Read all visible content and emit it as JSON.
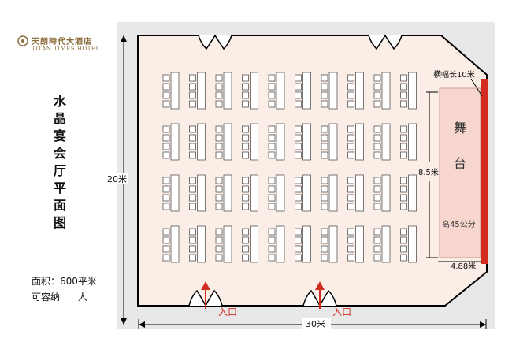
{
  "logo": {
    "name_cn": "天朗時代大酒店",
    "name_en": "TITAN TIMES HOTEL"
  },
  "title": "水晶宴会厅平面图",
  "area_label": "面积：600平米",
  "capacity_label": "可容纳      人",
  "dimensions": {
    "width_label": "30米",
    "height_label": "20米",
    "banner_label": "横幅长10米",
    "stage_depth_label": "8.5米",
    "stage_width_label": "4.88米"
  },
  "stage": {
    "label_line1": "舞",
    "label_line2": "台",
    "height_label": "高45公分"
  },
  "entrances": [
    "入口",
    "入口"
  ],
  "layout": {
    "table_rows": 4,
    "table_cols": 10,
    "chairs_per_side": 4
  },
  "colors": {
    "floor": "#fbeee6",
    "stage": "#f7d6d0",
    "banner": "#d22b1f",
    "arrow": "#d22b1f",
    "border": "#000000",
    "margin": "#e6e6e6"
  }
}
